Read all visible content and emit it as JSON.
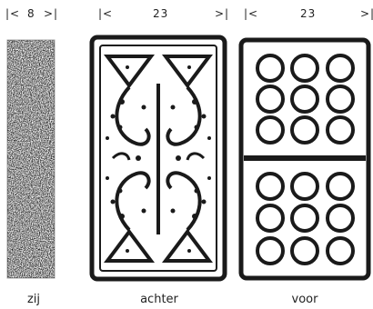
{
  "dimensions": {
    "side": {
      "left": "|<",
      "value": "8",
      "right": ">|"
    },
    "back": {
      "left": "|<",
      "value": "23",
      "right": ">|"
    },
    "front": {
      "left": "|<",
      "value": "23",
      "right": ">|"
    }
  },
  "captions": {
    "side": "zij",
    "back": "achter",
    "front": "voor"
  },
  "colors": {
    "ink": "#1a1a1a",
    "paper": "#ffffff"
  },
  "front_face": {
    "top_pips": 9,
    "bottom_pips": 9
  }
}
